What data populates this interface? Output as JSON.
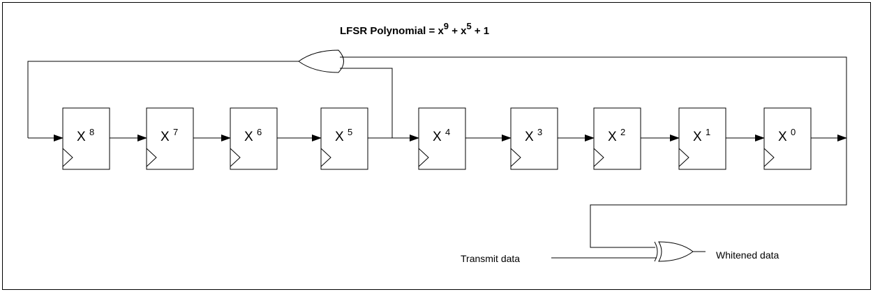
{
  "title": {
    "prefix": "LFSR Polynomial = x",
    "exp1": "9",
    "mid": " + x",
    "exp2": "5",
    "suffix": " + 1"
  },
  "registers": [
    {
      "base": "X",
      "exp": "8"
    },
    {
      "base": "X",
      "exp": "7"
    },
    {
      "base": "X",
      "exp": "6"
    },
    {
      "base": "X",
      "exp": "5"
    },
    {
      "base": "X",
      "exp": "4"
    },
    {
      "base": "X",
      "exp": "3"
    },
    {
      "base": "X",
      "exp": "2"
    },
    {
      "base": "X",
      "exp": "1"
    },
    {
      "base": "X",
      "exp": "0"
    }
  ],
  "io": {
    "input_label": "Transmit data",
    "output_label": "Whitened data"
  }
}
